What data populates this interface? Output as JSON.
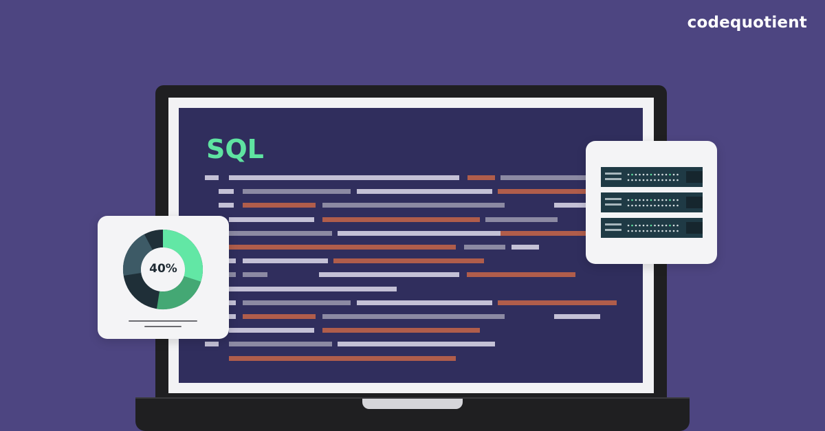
{
  "brand": {
    "name": "codequotient"
  },
  "screen": {
    "title": "SQL"
  },
  "chart_card": {
    "percent_label": "40%",
    "percent_value": 40
  },
  "colors": {
    "background": "#4d4581",
    "screen": "#302e5d",
    "sql_green": "#5fe3a1",
    "code_light": "#c4c1d6",
    "code_gray": "#8c8aa3",
    "code_orange": "#b05d4b",
    "donut_light_green": "#62e7a5",
    "donut_mid_green": "#44a874",
    "donut_dark": "#1f2f38",
    "donut_slate": "#3d5a66"
  },
  "icons": {
    "server": "server-rack-icon",
    "donut": "donut-chart-icon"
  }
}
